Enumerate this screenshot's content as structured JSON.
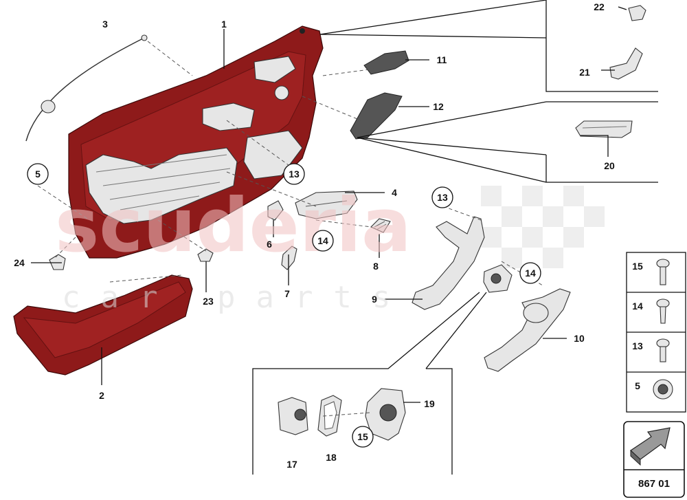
{
  "callouts": [
    {
      "id": "1",
      "text": "1"
    },
    {
      "id": "2",
      "text": "2"
    },
    {
      "id": "3",
      "text": "3"
    },
    {
      "id": "4",
      "text": "4"
    },
    {
      "id": "5",
      "text": "5"
    },
    {
      "id": "6",
      "text": "6"
    },
    {
      "id": "7",
      "text": "7"
    },
    {
      "id": "8",
      "text": "8"
    },
    {
      "id": "9",
      "text": "9"
    },
    {
      "id": "10",
      "text": "10"
    },
    {
      "id": "11",
      "text": "11"
    },
    {
      "id": "12",
      "text": "12"
    },
    {
      "id": "13a",
      "text": "13"
    },
    {
      "id": "13b",
      "text": "13"
    },
    {
      "id": "14a",
      "text": "14"
    },
    {
      "id": "14b",
      "text": "14"
    },
    {
      "id": "15",
      "text": "15"
    },
    {
      "id": "17",
      "text": "17"
    },
    {
      "id": "18",
      "text": "18"
    },
    {
      "id": "19",
      "text": "19"
    },
    {
      "id": "20",
      "text": "20"
    },
    {
      "id": "21",
      "text": "21"
    },
    {
      "id": "22",
      "text": "22"
    },
    {
      "id": "23",
      "text": "23"
    },
    {
      "id": "24",
      "text": "24"
    }
  ],
  "legend": [
    {
      "number": "15",
      "icon": "screw-15-icon"
    },
    {
      "number": "14",
      "icon": "screw-14-icon"
    },
    {
      "number": "13",
      "icon": "screw-13-icon"
    },
    {
      "number": "5",
      "icon": "clip-5-icon"
    }
  ],
  "page_ref": "867 01",
  "watermark": {
    "main": "scuderia",
    "sub": "car parts"
  },
  "colors": {
    "trim_red": "#8e1a1a",
    "watermark": "#f2c2c2"
  }
}
